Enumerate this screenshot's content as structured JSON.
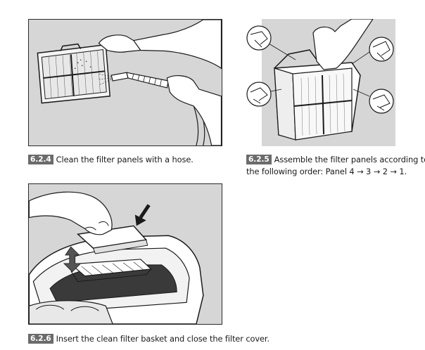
{
  "steps": [
    {
      "number": "6.2.4",
      "caption": "Clean the filter panels with a hose."
    },
    {
      "number": "6.2.5",
      "caption_line1": "Assemble the filter panels according to",
      "caption_line2": "the following order: Panel 4 → 3 → 2 → 1."
    },
    {
      "number": "6.2.6",
      "caption": "Insert the clean filter basket and close the filter cover."
    }
  ],
  "colors": {
    "illustration_bg": "#d6d6d6",
    "badge": "#6b6b6b",
    "line": "#1a1a1a"
  }
}
